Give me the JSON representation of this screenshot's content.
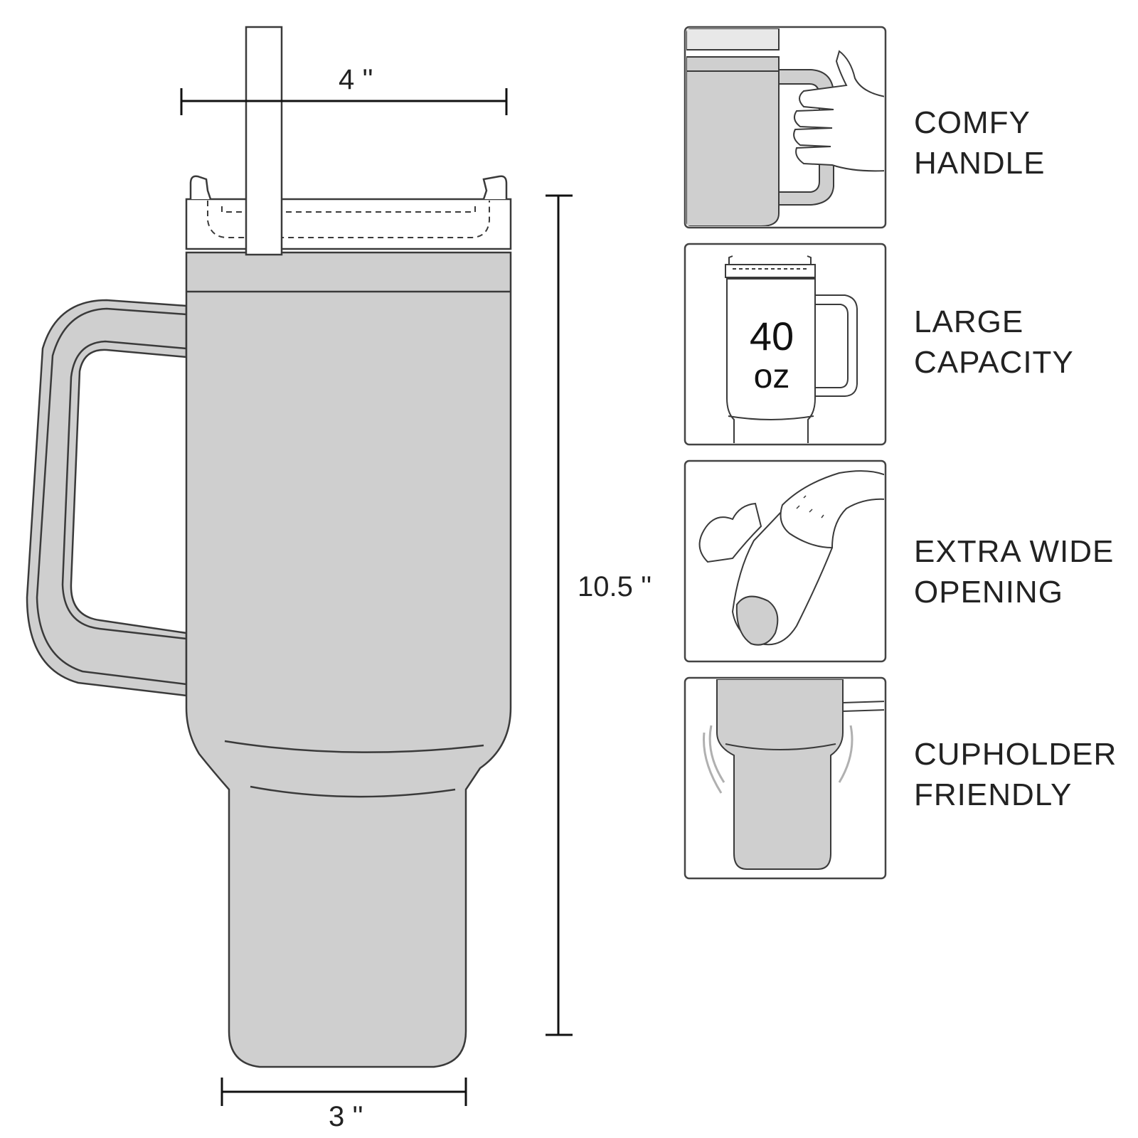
{
  "dimensions": {
    "top_width": "4 ''",
    "height": "10.5 ''",
    "base_width": "3 ''"
  },
  "features": [
    {
      "line1": "COMFY",
      "line2": "HANDLE",
      "icon": "hand-gripping-handle-icon"
    },
    {
      "line1": "LARGE",
      "line2": "CAPACITY",
      "icon": "tumbler-capacity-icon"
    },
    {
      "line1": "EXTRA WIDE",
      "line2": "OPENING",
      "icon": "hand-in-opening-icon"
    },
    {
      "line1": "CUPHOLDER",
      "line2": "FRIENDLY",
      "icon": "cupholder-icon"
    }
  ],
  "capacity": {
    "value": "40",
    "unit": "oz"
  },
  "colors": {
    "body": "#cfcfcf",
    "outline": "#3a3a3a",
    "text": "#222222",
    "panel_border": "#444444"
  }
}
